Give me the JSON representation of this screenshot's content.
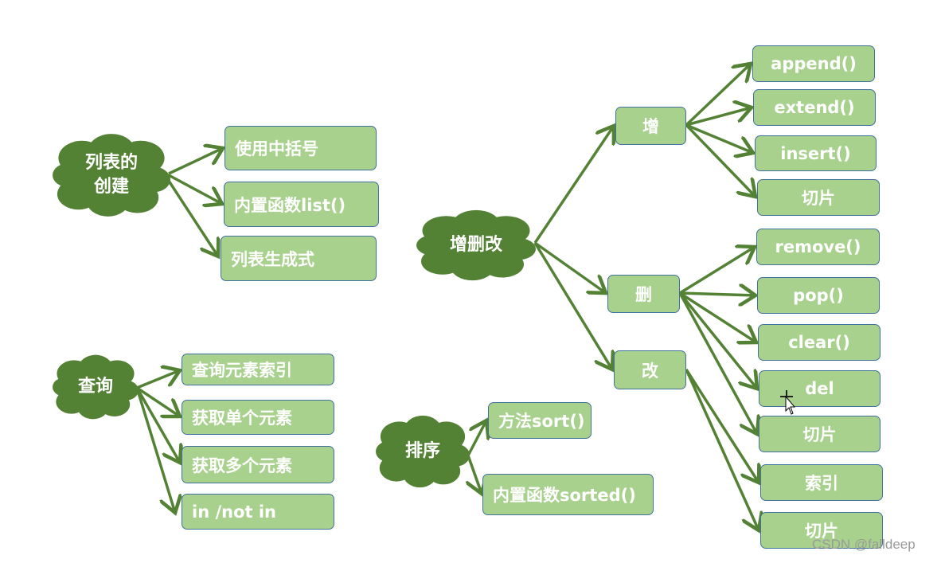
{
  "colors": {
    "cloud": "#548235",
    "box": "#a9d18e",
    "arrow": "#548235",
    "border": "#41719c"
  },
  "creation": {
    "title_line1": "列表的",
    "title_line2": "创建",
    "items": [
      "使用中括号",
      "内置函数list()",
      "列表生成式"
    ]
  },
  "query": {
    "title": "查询",
    "items": [
      "查询元素索引",
      "获取单个元素",
      "获取多个元素",
      "in  /not in"
    ]
  },
  "modify": {
    "title": "增删改",
    "add": {
      "label": "增",
      "items": [
        "append()",
        "extend()",
        "insert()",
        "切片"
      ]
    },
    "del": {
      "label": "删",
      "items": [
        "remove()",
        "pop()",
        "clear()",
        "del",
        "切片"
      ]
    },
    "change": {
      "label": "改",
      "items": [
        "索引",
        "切片"
      ]
    }
  },
  "sort": {
    "title": "排序",
    "items": [
      "方法sort()",
      "内置函数sorted()"
    ]
  },
  "watermark": "CSDN @falldeep"
}
